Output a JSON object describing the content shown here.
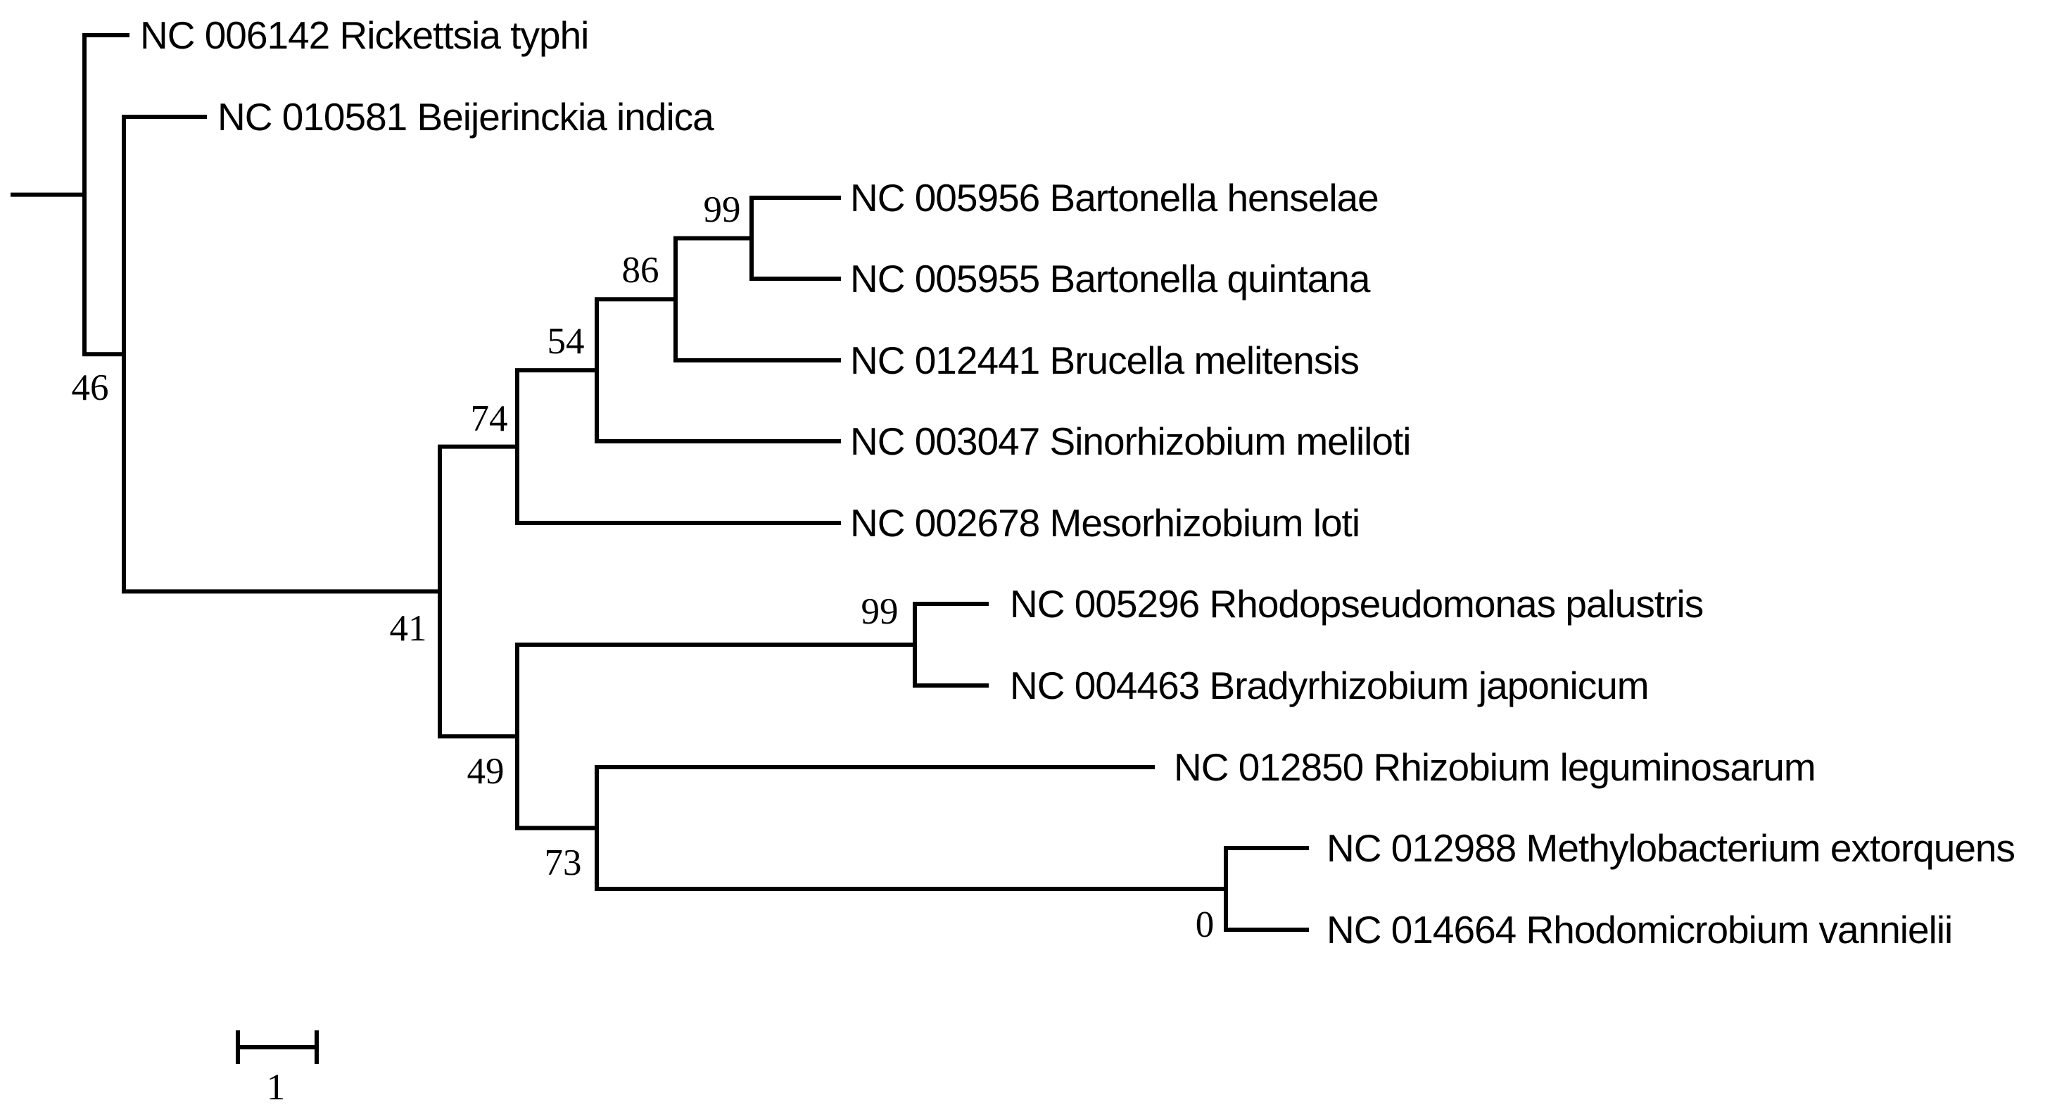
{
  "figure": {
    "type": "phylogenetic-tree",
    "background_color": "#ffffff",
    "line_color": "#000000"
  },
  "taxa": [
    "NC 006142 Rickettsia typhi",
    "NC 010581 Beijerinckia indica",
    "NC 005956 Bartonella henselae",
    "NC 005955 Bartonella quintana",
    "NC 012441 Brucella melitensis",
    "NC 003047 Sinorhizobium meliloti",
    "NC 002678 Mesorhizobium loti",
    "NC 005296 Rhodopseudomonas palustris",
    "NC 004463 Bradyrhizobium japonicum",
    "NC 012850 Rhizobium leguminosarum",
    "NC 012988 Methylobacterium extorquens",
    "NC 014664 Rhodomicrobium vannielii"
  ],
  "supports": {
    "s46": "46",
    "s41": "41",
    "s74": "74",
    "s54": "54",
    "s86": "86",
    "s99_bartonella": "99",
    "s99_bradyrhizobium": "99",
    "s49": "49",
    "s73": "73",
    "s0": "0"
  },
  "scale_bar": {
    "label": "1"
  }
}
